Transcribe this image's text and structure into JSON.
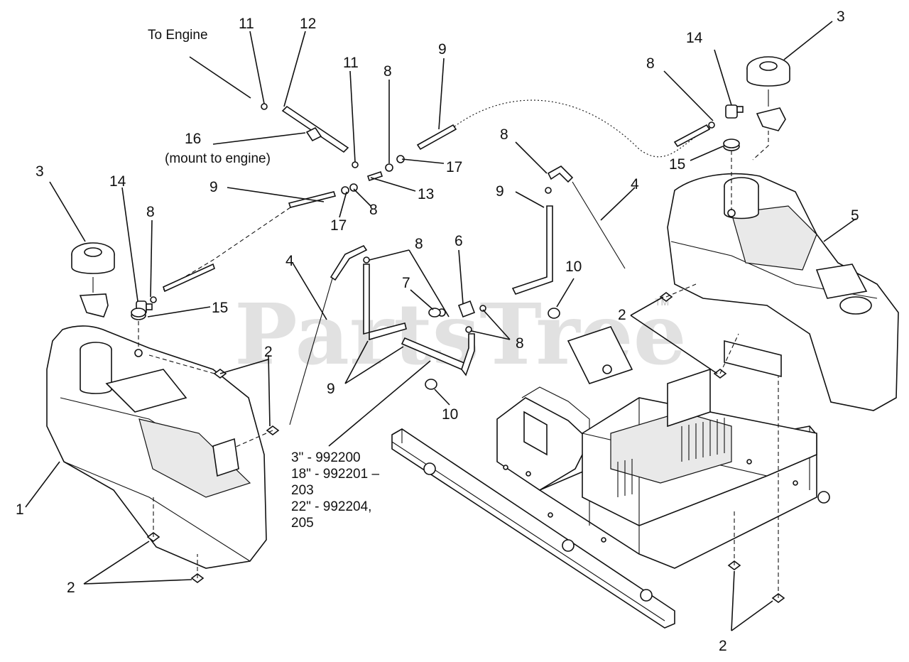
{
  "watermark": {
    "text": "PartsTree",
    "trademark": "TM"
  },
  "notes": {
    "to_engine": "To Engine",
    "mount_label_number": "16",
    "mount_label_text": "(mount to engine)"
  },
  "hose_spec": [
    "3\" - 992200",
    "18\" - 992201 –",
    "203",
    "22\" - 992204,",
    "205"
  ],
  "callouts": {
    "c11a": "11",
    "c12": "12",
    "c11b": "11",
    "c8a": "8",
    "c9a": "9",
    "c17a": "17",
    "c13": "13",
    "c8b": "8",
    "c9b": "9",
    "c17b": "17",
    "c3a": "3",
    "c14a": "14",
    "c8c": "8",
    "c15a": "15",
    "c2a": "2",
    "c1": "1",
    "c2b": "2",
    "c4a": "4",
    "c8d": "8",
    "c7": "7",
    "c6": "6",
    "c8e": "8",
    "c9c": "9",
    "c10a": "10",
    "c8f": "8",
    "c9d": "9",
    "c4b": "4",
    "c10b": "10",
    "c14b": "14",
    "c8g": "8",
    "c3b": "3",
    "c15b": "15",
    "c5": "5",
    "c2c": "2",
    "c2d": "2"
  }
}
